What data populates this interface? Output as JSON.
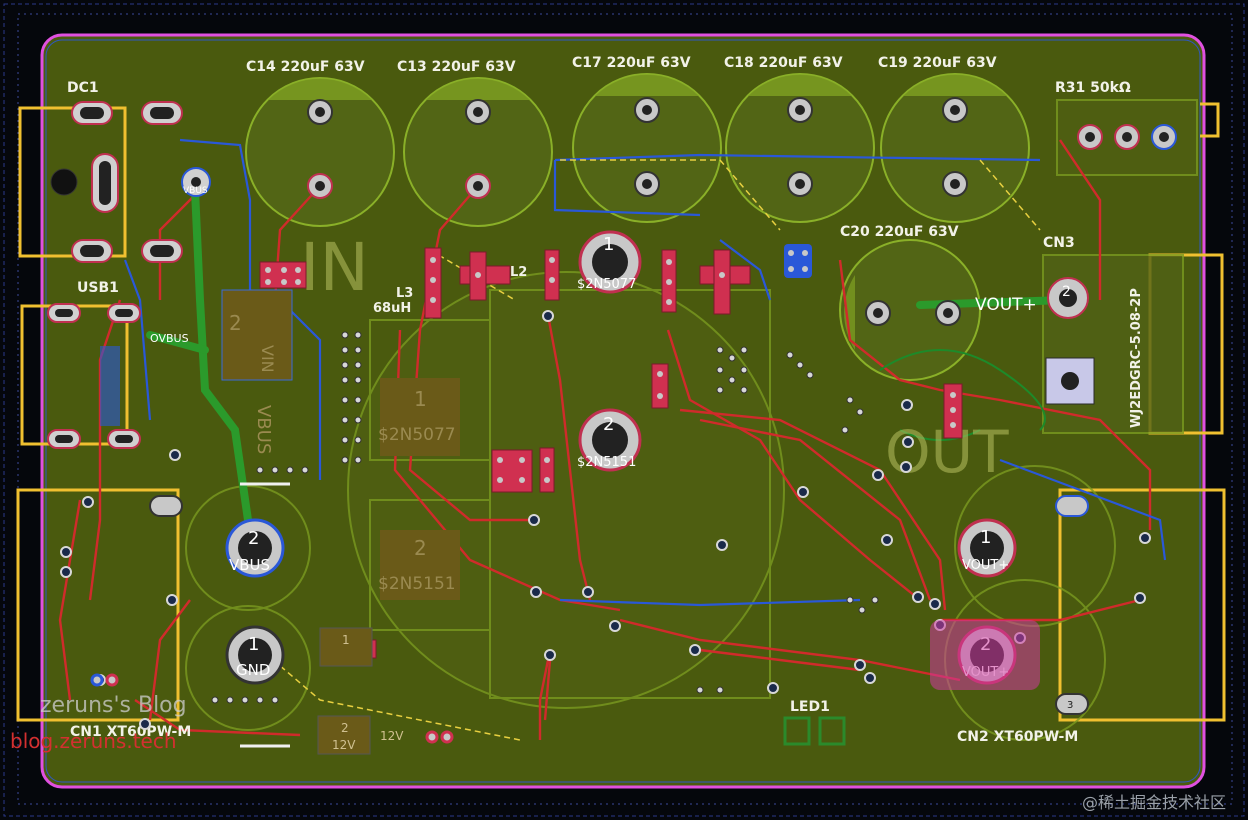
{
  "board": {
    "colors": {
      "background": "#05070c",
      "board_fill": "#4a5a0e",
      "board_fill_dark": "#3d4d0a",
      "edge_cuts": "#e050e0",
      "courtyard": "#f0c030",
      "silkscreen": "#f2f2e8",
      "copper_track_front": "#d02b2b",
      "copper_track_back": "#2a58d8",
      "copper_zone": "#2b8a2b",
      "pad_ring": "#c8c8c8",
      "via_red": "#d03050",
      "faint_silk": "#b8c060"
    },
    "capacitors": [
      {
        "ref": "C14",
        "value": "220uF 63V"
      },
      {
        "ref": "C13",
        "value": "220uF 63V"
      },
      {
        "ref": "C17",
        "value": "220uF 63V"
      },
      {
        "ref": "C18",
        "value": "220uF 63V"
      },
      {
        "ref": "C19",
        "value": "220uF 63V"
      },
      {
        "ref": "C20",
        "value": "220uF 63V"
      }
    ],
    "labels": {
      "dc1": "DC1",
      "usb1": "USB1",
      "r31": "R31 50kΩ",
      "cn3": "CN3",
      "cn3_part": "WJ2EDGRC-5.08-2P",
      "l2": "L2",
      "l3": "L3",
      "l3_value": "68uH",
      "cn1": "CN1 XT60PW-M",
      "cn2": "CN2 XT60PW-M",
      "led1": "LED1",
      "in_big": "IN",
      "out_big": "OUT",
      "vout_plus": "VOUT+",
      "blog_title": "zeruns's Blog",
      "blog_url": "blog.zeruns.tech",
      "watermark": "@稀土掘金技术社区"
    },
    "pads": {
      "vbus": "VBUS",
      "gnd": "GND",
      "vin": "VIN",
      "net_2n5077": "$2N5077",
      "net_2n5151": "$2N5151",
      "vout_plus": "VOUT+",
      "net_12v": "12V",
      "net_1": "1",
      "net_2": "2",
      "net_3": "3"
    },
    "fab_labels": {
      "vbus_vert": "VBUS",
      "ovbus": "OVBUS",
      "vout_rot": "VOUT",
      "gnd_small": "GND"
    }
  }
}
